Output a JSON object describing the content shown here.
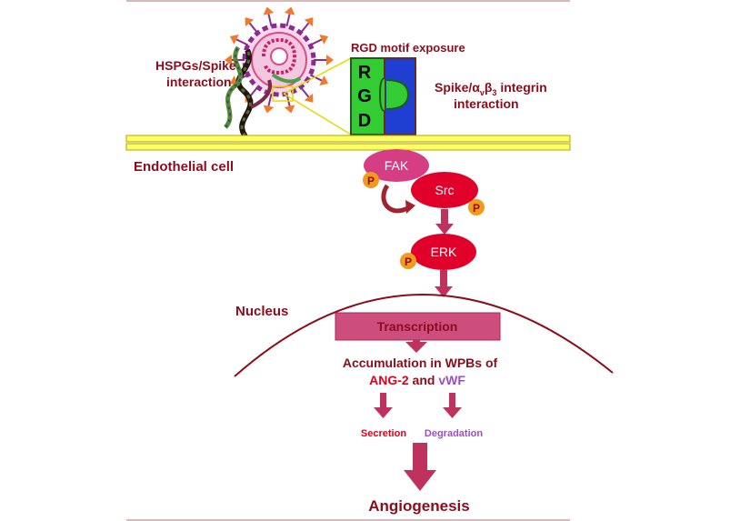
{
  "labels": {
    "hspgs_line1": "HSPGs/Spike",
    "hspgs_line2": "interaction",
    "rgd_exposure": "RGD motif exposure",
    "rgd_letters": [
      "R",
      "G",
      "D"
    ],
    "integrin_prefix": "Spike/",
    "integrin_alpha": "α",
    "integrin_alpha_sub": "v",
    "integrin_beta": "β",
    "integrin_beta_sub": "3",
    "integrin_suffix": " integrin",
    "integrin_line2": "interaction",
    "endothelial_cell": "Endothelial cell",
    "nucleus": "Nucleus",
    "transcription": "Transcription",
    "accumulation": "Accumulation in WPBs of",
    "ang2": "ANG-2",
    "and_word": " and ",
    "vwf": "vWF",
    "secretion": "Secretion",
    "degradation": "Degradation",
    "angiogenesis": "Angiogenesis"
  },
  "kinases": {
    "fak": "FAK",
    "src": "Src",
    "erk": "ERK",
    "phospho": "P"
  },
  "colors": {
    "dark_red": "#8b0d1c",
    "red_text": "#e0001a",
    "purple": "#9b4fc4",
    "arrow": "#c0325e",
    "transcription_box": "#cd4d7d",
    "membrane": "#ffff66",
    "kinase_red": "#e0002a",
    "fak_pink": "#d63e83",
    "phospho_orange": "#f29a1c",
    "rgd_green": "#33cc33",
    "integrin_blue": "#1e3fd1"
  }
}
